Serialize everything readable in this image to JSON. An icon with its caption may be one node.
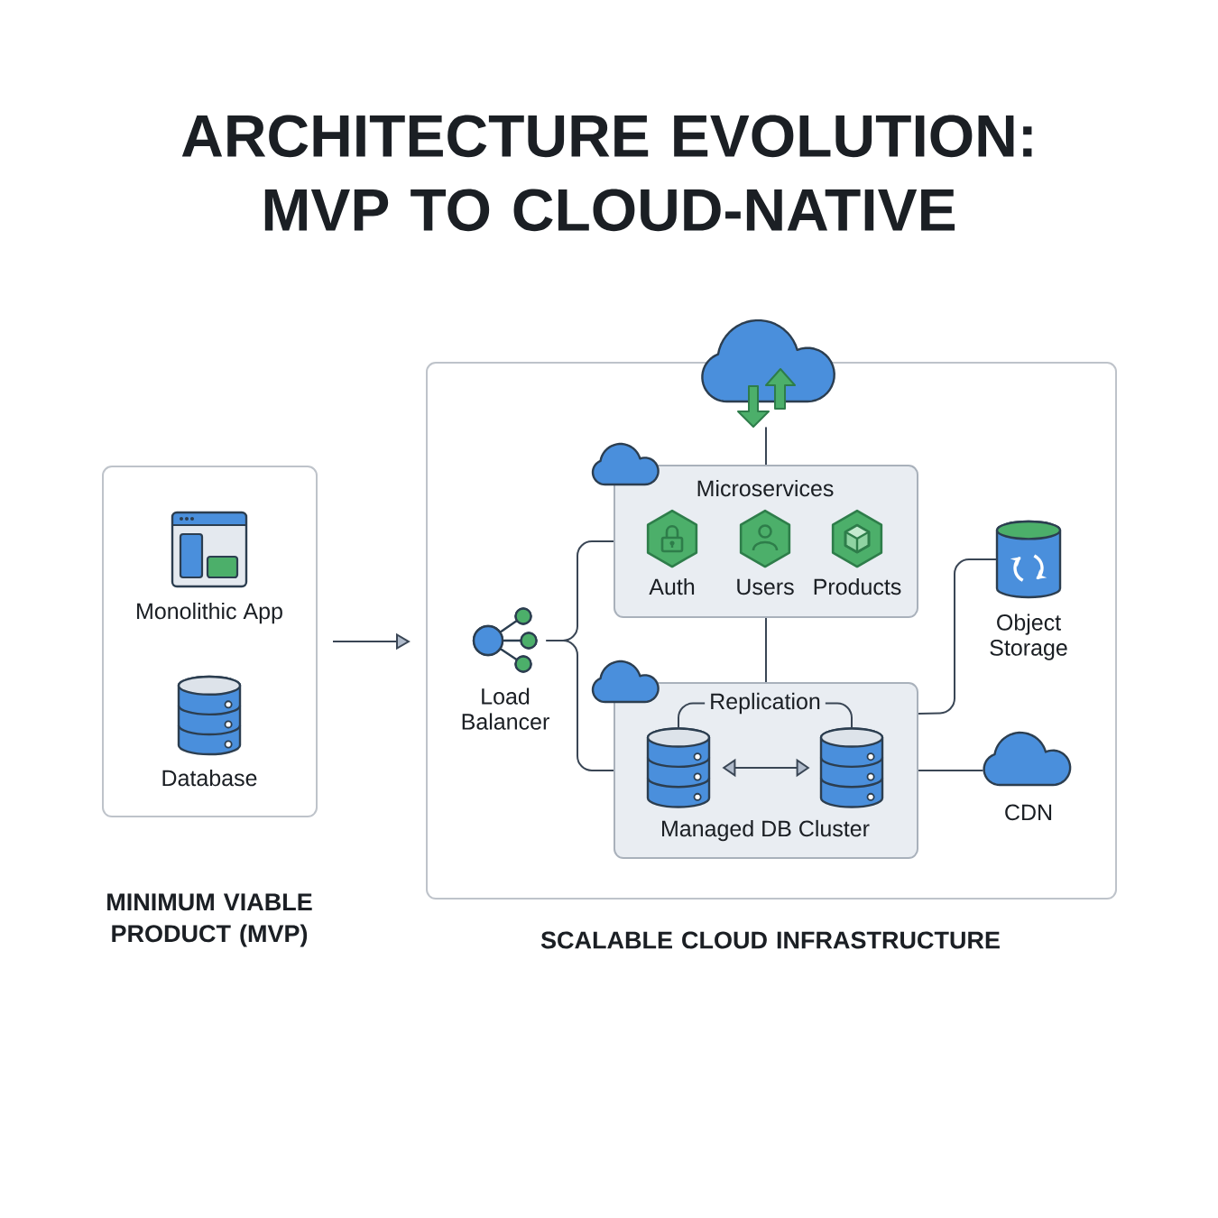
{
  "diagram": {
    "title": "ARCHITECTURE EVOLUTION: MVP TO CLOUD-NATIVE",
    "nodes": [
      {
        "text": [
          "MINIMUM VIABLE PRODUCT (MVP)"
        ]
      },
      {
        "text": [
          "Monolithic App"
        ],
        "in": 0
      },
      {
        "text": [
          "Database"
        ],
        "in": 0
      },
      {
        "text": [
          "SCALABLE CLOUD INFRASTRUCTURE"
        ]
      },
      {
        "text": [],
        "shape": "cloud"
      },
      {
        "text": [
          "Load Balancer"
        ],
        "in": 3
      },
      {
        "text": [
          "Microservices"
        ],
        "in": 3
      },
      {
        "text": [
          "Auth"
        ],
        "in": 6
      },
      {
        "text": [
          "Users"
        ],
        "in": 6
      },
      {
        "text": [
          "Products"
        ],
        "in": 6
      },
      {
        "text": [
          "Managed DB Cluster"
        ],
        "in": 3
      },
      {
        "text": [],
        "shape": "cylinder",
        "in": 10
      },
      {
        "text": [],
        "shape": "cylinder",
        "in": 10
      },
      {
        "text": [
          "Object Storage"
        ],
        "in": 3
      },
      {
        "text": [
          "CDN"
        ],
        "in": 3
      }
    ],
    "edges": [
      {
        "from": 0,
        "to": 3,
        "arrow": "to"
      },
      {
        "from": 4,
        "to": 6,
        "arrow": "none"
      },
      {
        "from": 5,
        "to": 6,
        "arrow": "none"
      },
      {
        "from": 5,
        "to": 10,
        "arrow": "none"
      },
      {
        "from": 6,
        "to": 10,
        "arrow": "none"
      },
      {
        "from": 10,
        "to": 13,
        "arrow": "none"
      },
      {
        "from": 10,
        "to": 14,
        "arrow": "none"
      },
      {
        "from": 11,
        "to": 12,
        "arrow": "both"
      },
      {
        "from": 11,
        "to": 12,
        "arrow": "none",
        "label": "Replication"
      }
    ]
  }
}
